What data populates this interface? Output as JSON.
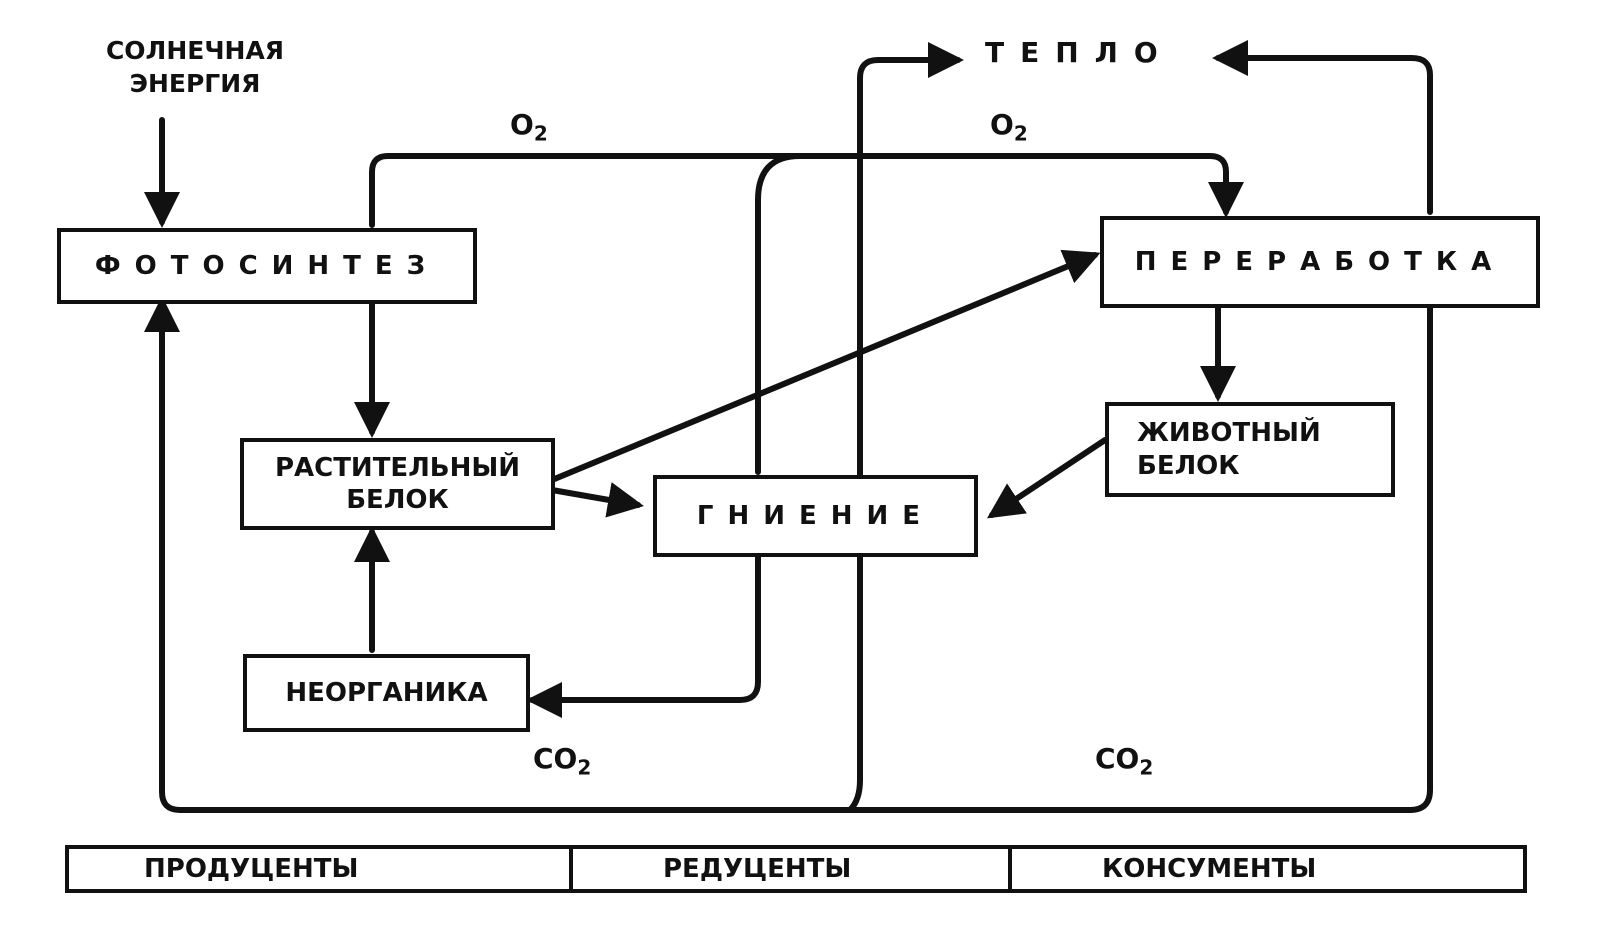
{
  "inputs": {
    "solar_energy": "СОЛНЕЧНАЯ\nЭНЕРГИЯ"
  },
  "outputs": {
    "heat": "ТЕПЛО"
  },
  "nodes": {
    "photosynthesis": "ФОТОСИНТЕЗ",
    "processing": "ПЕРЕРАБОТКА",
    "plant_protein": "РАСТИТЕЛЬНЫЙ\nБЕЛОК",
    "animal_protein": "ЖИВОТНЫЙ\nБЕЛОК",
    "decay": "ГНИЕНИЕ",
    "inorganics": "НЕОРГАНИКА"
  },
  "gases": {
    "o2_left": {
      "base": "O",
      "sub": "2"
    },
    "o2_right": {
      "base": "O",
      "sub": "2"
    },
    "co2_left": {
      "base": "CO",
      "sub": "2"
    },
    "co2_right": {
      "base": "CO",
      "sub": "2"
    }
  },
  "legend": {
    "producers": "ПРОДУЦЕНТЫ",
    "reducers": "РЕДУЦЕНТЫ",
    "consumers": "КОНСУМЕНТЫ"
  },
  "colors": {
    "ink": "#111111",
    "paper": "#ffffff"
  }
}
